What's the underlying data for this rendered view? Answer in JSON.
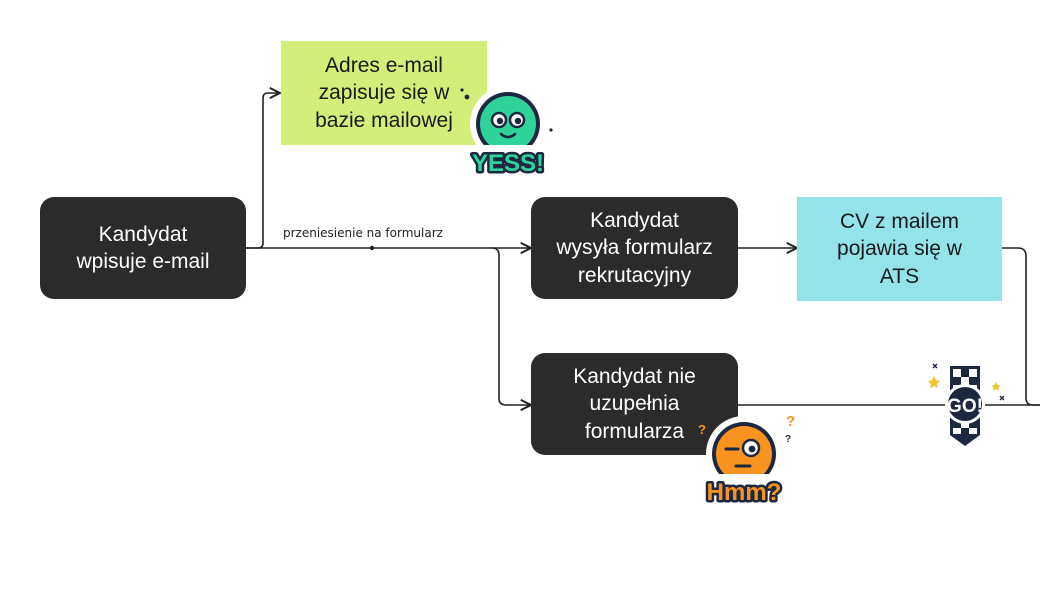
{
  "nodes": {
    "start": {
      "label": "Kandydat\nwpisuje e-mail"
    },
    "email_saved": {
      "label": "Adres e-mail\nzapisuje się w\nbazie mailowej"
    },
    "form_sent": {
      "label": "Kandydat\nwysyła formularz\nrekrutacyjny"
    },
    "cv_ats": {
      "label": "CV z mailem\npojawia się w\nATS"
    },
    "form_missing": {
      "label": "Kandydat nie\nuzupełnia\nformularza"
    }
  },
  "edges": {
    "to_form_label": "przeniesienie na formularz"
  },
  "stickers": {
    "yess": {
      "text": "YESS!",
      "color": "#2fd39a",
      "icon": "smiling-face-icon"
    },
    "hmm": {
      "text": "Hmm?",
      "color": "#f7931e",
      "icon": "skeptical-face-icon"
    },
    "go": {
      "text": "GO!",
      "color": "#1c2740",
      "icon": "checkered-flag-icon"
    }
  },
  "colors": {
    "dark_node": "#2b2b2b",
    "lime_node": "#d4ee7a",
    "cyan_node": "#93e3e8",
    "connector": "#222222"
  }
}
